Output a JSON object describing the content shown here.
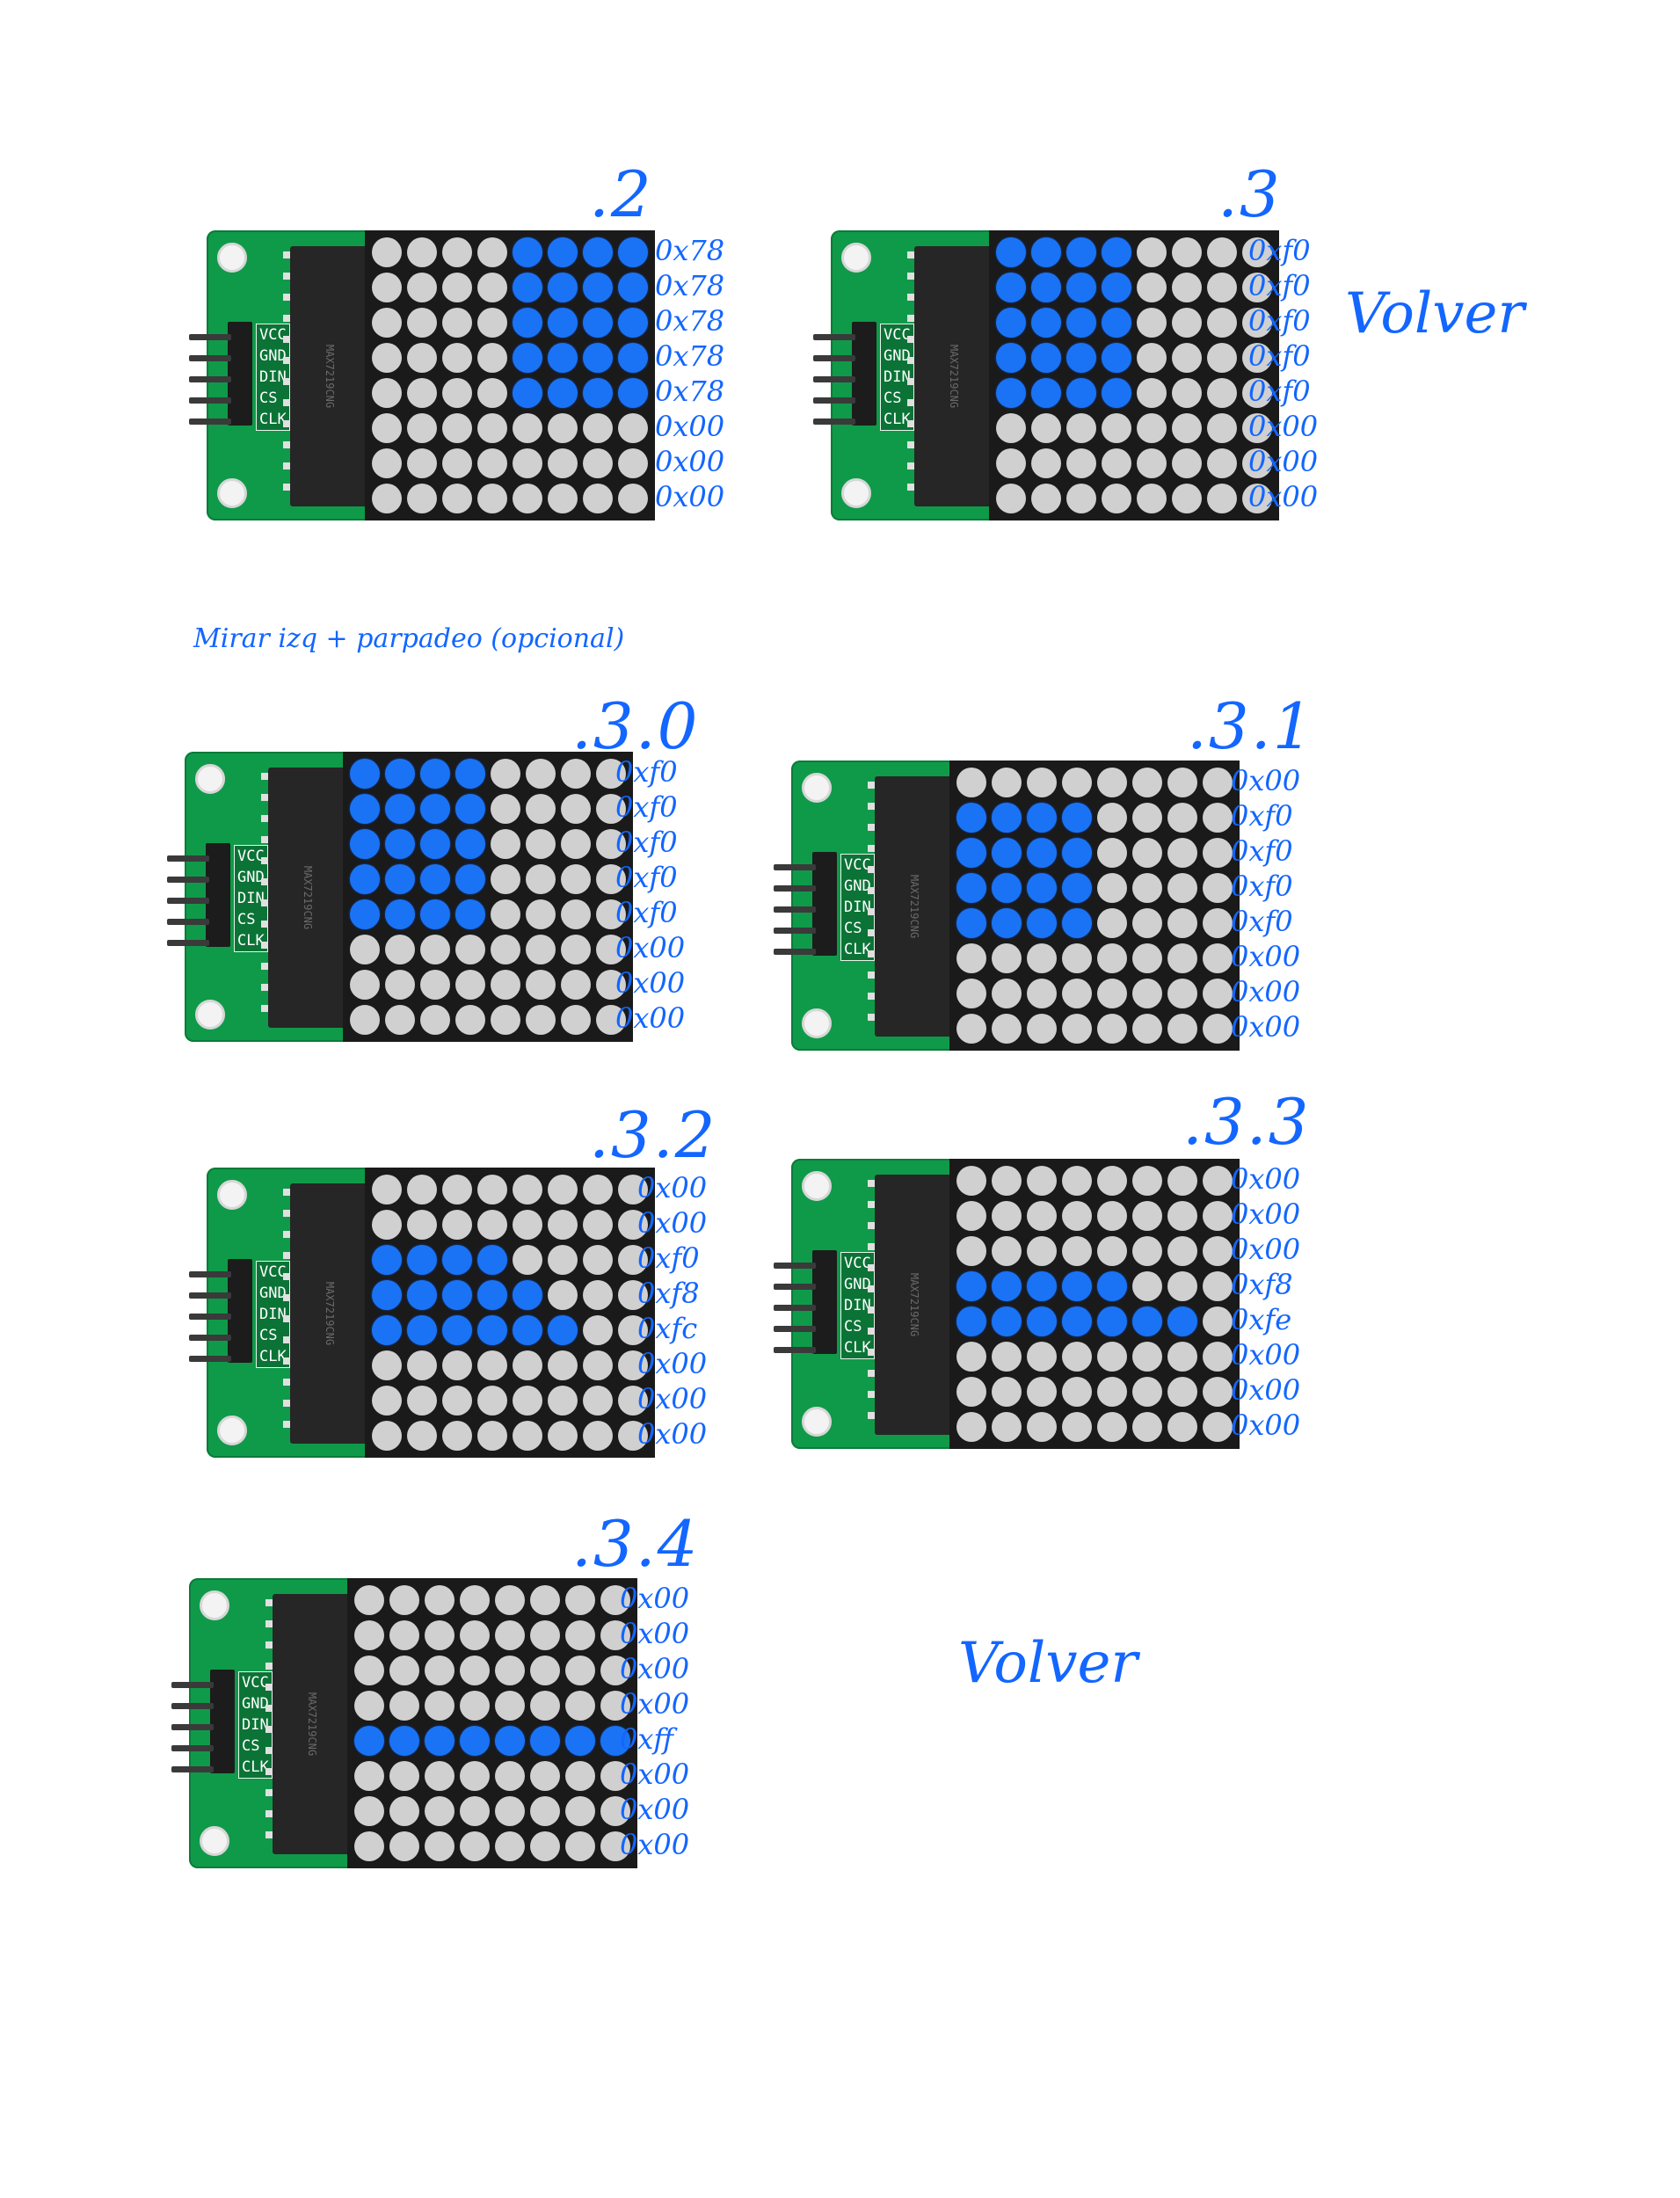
{
  "note": "Mirar izq + parpadeo (opcional)",
  "volver_top": "Volver",
  "volver_bottom": "Volver",
  "colors": {
    "ink": "#1366ff",
    "led_on": "#1a73f5",
    "led_off": "#d0d0d0",
    "pcb": "#0f9a49"
  },
  "module": {
    "pins": [
      "VCC",
      "GND",
      "DIN",
      "CS",
      "CLK"
    ],
    "chip_text": "MAX7219CNG"
  },
  "frames": [
    {
      "label": ".2",
      "hex": [
        "0x78",
        "0x78",
        "0x78",
        "0x78",
        "0x78",
        "0x00",
        "0x00",
        "0x00"
      ],
      "grid": [
        "....****",
        "....****",
        "....****",
        "....****",
        "....****",
        "........",
        "........",
        "........"
      ]
    },
    {
      "label": ".3",
      "hex": [
        "0xf0",
        "0xf0",
        "0xf0",
        "0xf0",
        "0xf0",
        "0x00",
        "0x00",
        "0x00"
      ],
      "grid": [
        "****....",
        "****....",
        "****....",
        "****....",
        "****....",
        "........",
        "........",
        "........"
      ]
    },
    {
      "label": ".3.0",
      "hex": [
        "0xf0",
        "0xf0",
        "0xf0",
        "0xf0",
        "0xf0",
        "0x00",
        "0x00",
        "0x00"
      ],
      "grid": [
        "****....",
        "****....",
        "****....",
        "****....",
        "****....",
        "........",
        "........",
        "........"
      ]
    },
    {
      "label": ".3.1",
      "hex": [
        "0x00",
        "0xf0",
        "0xf0",
        "0xf0",
        "0xf0",
        "0x00",
        "0x00",
        "0x00"
      ],
      "grid": [
        "........",
        "****....",
        "****....",
        "****....",
        "****....",
        "........",
        "........",
        "........"
      ]
    },
    {
      "label": ".3.2",
      "hex": [
        "0x00",
        "0x00",
        "0xf0",
        "0xf8",
        "0xfc",
        "0x00",
        "0x00",
        "0x00"
      ],
      "grid": [
        "........",
        "........",
        "****....",
        "*****...",
        "******..",
        "........",
        "........",
        "........"
      ]
    },
    {
      "label": ".3.3",
      "hex": [
        "0x00",
        "0x00",
        "0x00",
        "0xf8",
        "0xfe",
        "0x00",
        "0x00",
        "0x00"
      ],
      "grid": [
        "........",
        "........",
        "........",
        "*****...",
        "*******.",
        "........",
        "........",
        "........"
      ]
    },
    {
      "label": ".3.4",
      "hex": [
        "0x00",
        "0x00",
        "0x00",
        "0x00",
        "0xff",
        "0x00",
        "0x00",
        "0x00"
      ],
      "grid": [
        "........",
        "........",
        "........",
        "........",
        "********",
        "........",
        "........",
        "........"
      ]
    }
  ]
}
